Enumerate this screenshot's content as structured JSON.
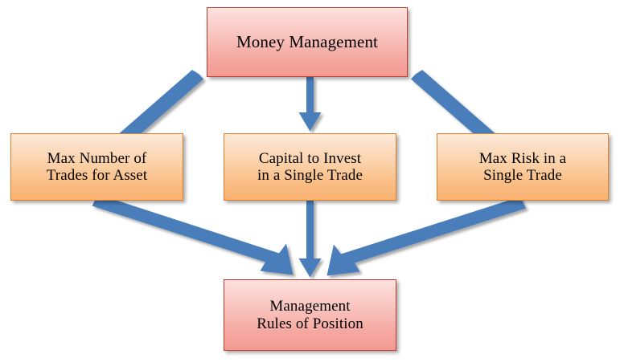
{
  "diagram": {
    "title": "Money Management",
    "type": "flowchart",
    "background_color": "#FFFFFF",
    "arrow_color": "#4A7EBB",
    "palette": {
      "pink_fill_top": "#FCE3E1",
      "pink_fill_bottom": "#F29A92",
      "pink_border": "#C0392B",
      "orange_fill_top": "#FCEADA",
      "orange_fill_bottom": "#F8B273",
      "orange_border": "#E2802A",
      "text_color": "#000000"
    },
    "nodes": [
      {
        "id": "money-management",
        "label": "Money Management",
        "level": "root",
        "style": "pink"
      },
      {
        "id": "max-trades",
        "label": "Max Number of\nTrades for Asset",
        "level": "middle",
        "style": "orange"
      },
      {
        "id": "capital-invest",
        "label": "Capital to Invest\nin a Single Trade",
        "level": "middle",
        "style": "orange"
      },
      {
        "id": "max-risk",
        "label": "Max Risk in a\nSingle Trade",
        "level": "middle",
        "style": "orange"
      },
      {
        "id": "rules-position",
        "label": "Management\nRules of Position",
        "level": "leaf",
        "style": "pink"
      }
    ],
    "edges": [
      {
        "id": "edge-mm-to-max-trades",
        "from": "money-management",
        "to": "max-trades",
        "direction": "down-left"
      },
      {
        "id": "edge-mm-to-capital",
        "from": "money-management",
        "to": "capital-invest",
        "direction": "down"
      },
      {
        "id": "edge-mm-to-max-risk",
        "from": "money-management",
        "to": "max-risk",
        "direction": "down-right"
      },
      {
        "id": "edge-max-trades-to-rules",
        "from": "max-trades",
        "to": "rules-position",
        "direction": "down-right"
      },
      {
        "id": "edge-capital-to-rules",
        "from": "capital-invest",
        "to": "rules-position",
        "direction": "down"
      },
      {
        "id": "edge-max-risk-to-rules",
        "from": "max-risk",
        "to": "rules-position",
        "direction": "down-left"
      }
    ]
  }
}
